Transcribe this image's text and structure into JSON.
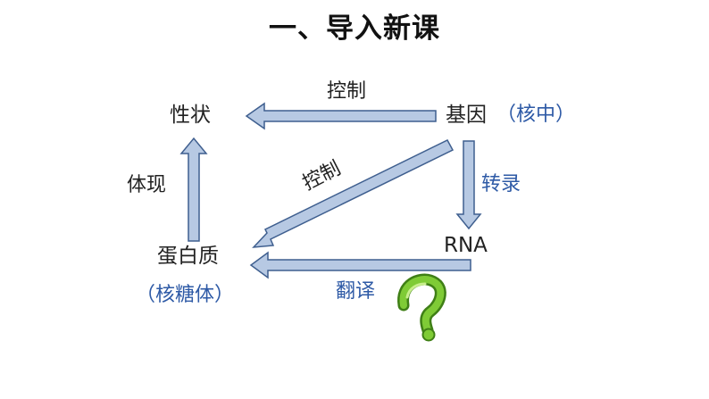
{
  "title": "一、导入新课",
  "nodes": {
    "trait": "性状",
    "gene": "基因",
    "gene_location": "（核中）",
    "rna": "RNA",
    "protein": "蛋白质",
    "protein_location": "（核糖体）"
  },
  "edges": {
    "gene_to_trait": "控制",
    "gene_to_protein": "控制",
    "gene_to_rna": "转录",
    "rna_to_protein": "翻译",
    "protein_to_trait": "体现"
  },
  "colors": {
    "arrow_fill": "#b7c9e3",
    "arrow_stroke": "#3f5f8f",
    "blue_text": "#2e5aa6",
    "question_mark": "#6fbe2b"
  },
  "icons": {
    "question": "question-mark-icon"
  }
}
